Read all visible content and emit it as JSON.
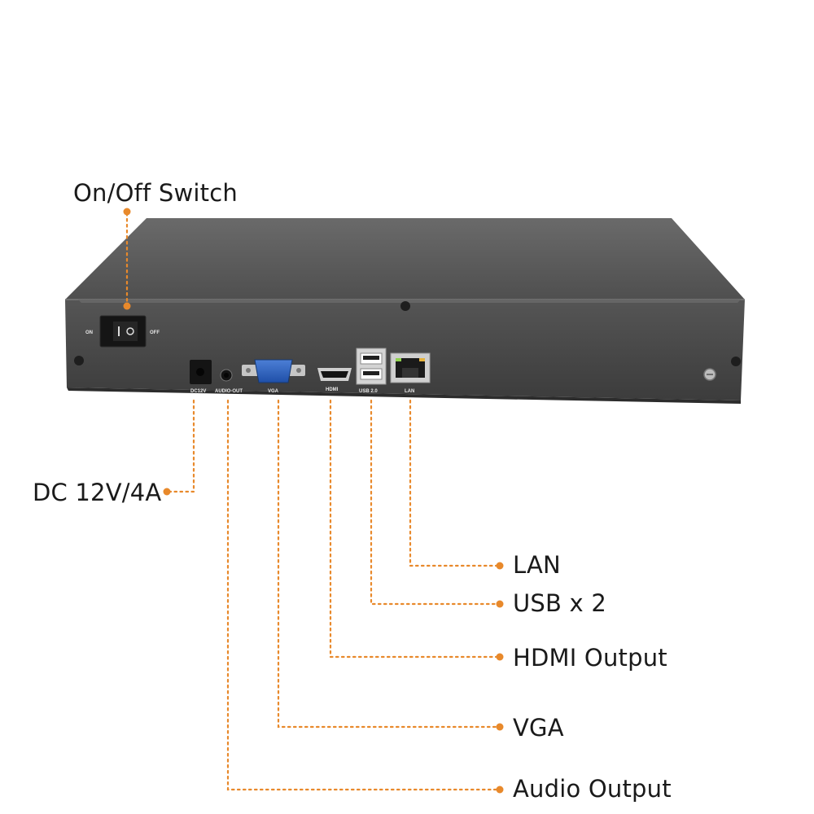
{
  "device": {
    "switch_on": "ON",
    "switch_off": "OFF",
    "ports": {
      "dc": "DC12V",
      "audio": "AUDIO-OUT",
      "vga": "VGA",
      "hdmi": "HDMI",
      "usb": "USB 2.0",
      "lan": "LAN"
    }
  },
  "callouts": {
    "onoff": "On/Off Switch",
    "dc": "DC 12V/4A",
    "lan": "LAN",
    "usb": "USB x 2",
    "hdmi": "HDMI Output",
    "vga": "VGA",
    "audio": "Audio Output"
  },
  "colors": {
    "leader": "#e8892b",
    "chassis_top": "#5d5d5d",
    "chassis_front": "#4a4a4a",
    "text": "#1a1a1a"
  }
}
